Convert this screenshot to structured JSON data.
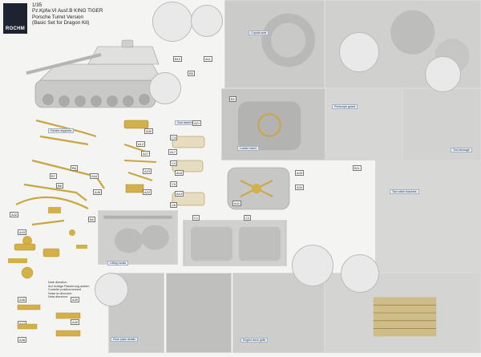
{
  "brand": {
    "logo_text": "ROCHM"
  },
  "title": {
    "scale": "1/35",
    "line1": "Pz.Kpfw.VI Ausf.B KING TIGER",
    "line2": "Porsche Turret Version",
    "line3": "(Basic Set for Dragon Kit)"
  },
  "labels": {
    "cupola": "Cupola seat",
    "hatch": "Loader hatch",
    "periscope": "Periscope guard",
    "storage": "Tool stowage",
    "brackets": "Tow cable brackets",
    "fenders": "Fender supports",
    "grille": "Engine deck grille",
    "hooks": "Lifting hooks",
    "travel_lock": "Gun travel lock",
    "rear_plate": "Rear plate details"
  },
  "notes": {
    "line1": "Note direction",
    "line2": "Auf richtige Platzierung achten",
    "line3": "Contrôle positionnement",
    "line4": "Notar la dirección",
    "line5": "Nota direzione"
  },
  "parts": [
    "B10",
    "B2",
    "B5",
    "A11",
    "A12",
    "A17",
    "A18",
    "A19",
    "A21",
    "A22",
    "A24",
    "A27",
    "A30",
    "A33",
    "A34",
    "A36",
    "A37",
    "A38",
    "A39",
    "A40",
    "A41",
    "A42",
    "A43",
    "A44",
    "A45",
    "B6",
    "B7",
    "B8",
    "B9",
    "B11",
    "C1",
    "C2",
    "C3",
    "C4",
    "C5",
    "C6"
  ],
  "colors": {
    "brass": "#c9a640",
    "grey": "#b8b8b6",
    "light_grey": "#d4d4d2",
    "label_bg": "#e8eef6"
  }
}
